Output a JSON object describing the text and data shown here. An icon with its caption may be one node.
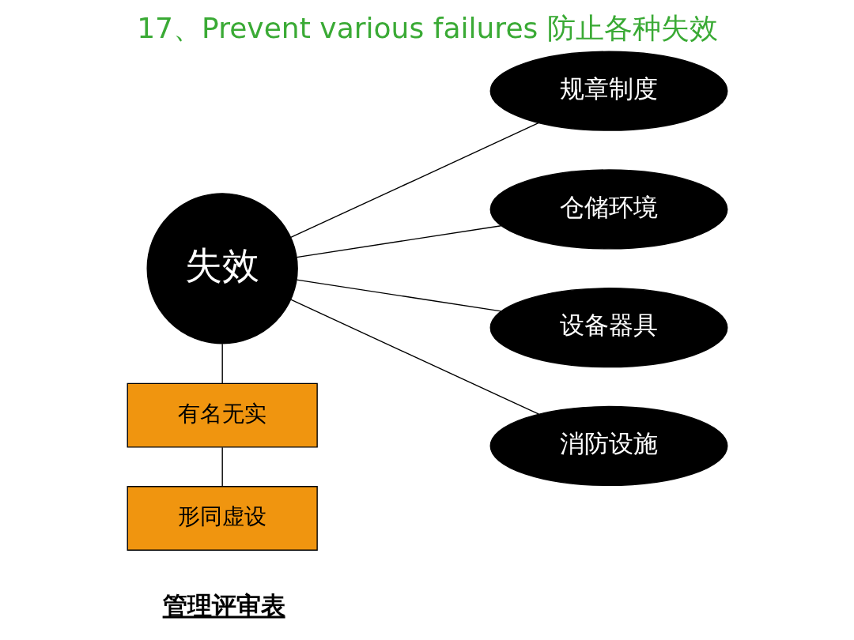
{
  "diagram": {
    "title": "17、Prevent various failures 防止各种失效",
    "nodes": [
      {
        "text": [
          "失效"
        ]
      },
      {
        "text": [
          "规章制度"
        ]
      },
      {
        "text": [
          "仓储环境"
        ]
      },
      {
        "text": [
          "设备器具"
        ]
      },
      {
        "text": [
          "消防设施"
        ]
      },
      {
        "text": [
          "有名无实"
        ]
      },
      {
        "text": [
          "形同虚设"
        ]
      }
    ],
    "edges": [
      {
        "from": 0,
        "to": 1,
        "arrow": "none"
      },
      {
        "from": 0,
        "to": 2,
        "arrow": "none"
      },
      {
        "from": 0,
        "to": 3,
        "arrow": "none"
      },
      {
        "from": 0,
        "to": 4,
        "arrow": "none"
      },
      {
        "from": 0,
        "to": 5,
        "arrow": "none"
      },
      {
        "from": 5,
        "to": 6,
        "arrow": "none"
      }
    ],
    "labels": [
      "管理评审表"
    ]
  }
}
